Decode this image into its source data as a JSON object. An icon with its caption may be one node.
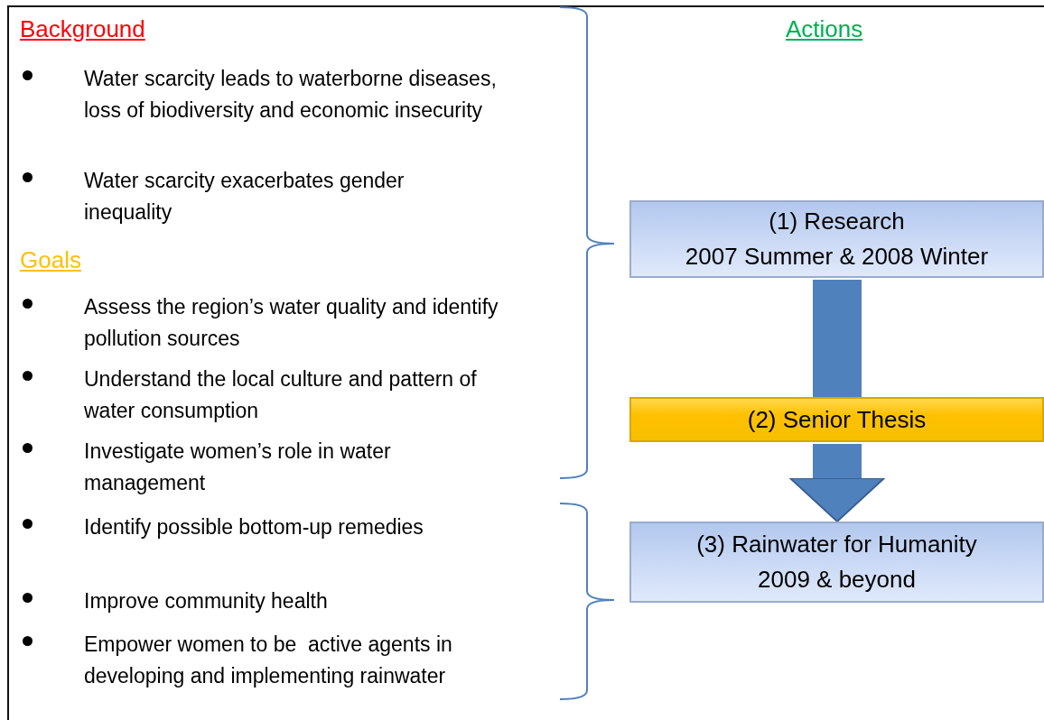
{
  "diagram": {
    "nodes": [
      {
        "text": [
          "(1) Research",
          "2007 Summer & 2008 Winter"
        ]
      },
      {
        "text": [
          "(2) Senior Thesis"
        ]
      },
      {
        "text": [
          "(3) Rainwater for Humanity",
          "2009 & beyond"
        ]
      }
    ],
    "edges": [
      {
        "from": 0,
        "to": 1,
        "arrow": "none"
      },
      {
        "from": 1,
        "to": 2,
        "arrow": "to"
      }
    ],
    "labels": [
      "Background",
      "Water scarcity leads to waterborne diseases, loss of biodiversity and economic insecurity",
      "Water scarcity exacerbates gender inequality",
      "Goals",
      "Assess the region’s water quality and identify pollution sources",
      "Understand the local culture and pattern of water consumption",
      "Investigate women’s role in water management",
      "Identify possible bottom-up remedies",
      "Improve community health",
      "Empower women to be  active agents in developing and implementing rainwater",
      "Actions"
    ]
  }
}
